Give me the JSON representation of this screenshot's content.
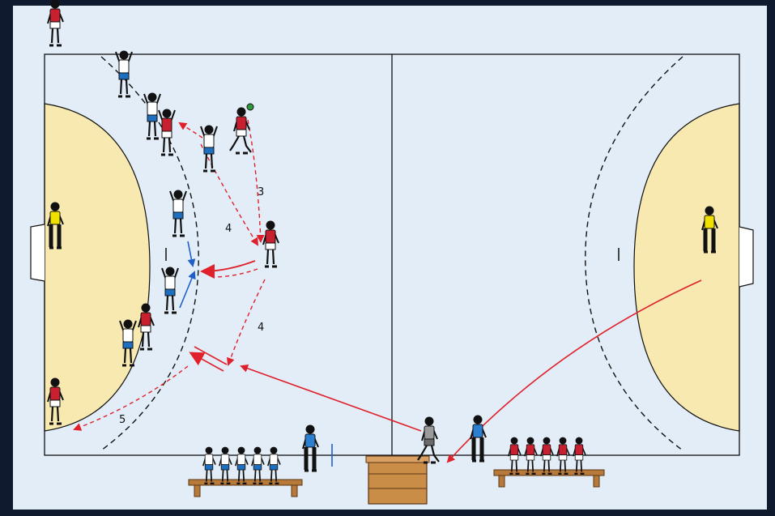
{
  "colors": {
    "frame": "#0f1a2e",
    "board": "#e2edf8",
    "court_line": "#111111",
    "goal_area": "#f7e9b0",
    "home_shirt": "#c8202f",
    "defender_shirt": "#ffffff",
    "defender_shorts": "#1f6fc0",
    "goalkeeper": "#f0e000",
    "coach": "#2a7fd0",
    "arrow_red": "#e0202a",
    "arrow_blue": "#1f60c8",
    "ball": "#2e9a3c",
    "bench": "#b87a3a",
    "box": "#c98d48"
  },
  "sequence_labels": [
    "3",
    "4",
    "4",
    "5"
  ]
}
